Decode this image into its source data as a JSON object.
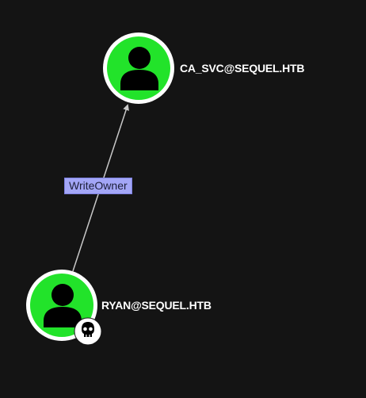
{
  "graph": {
    "background": "#141414",
    "nodes": [
      {
        "id": "ca_svc",
        "label": "CA_SVC@SEQUEL.HTB",
        "type": "user",
        "icon": "user-icon",
        "fill_color": "#22e32a",
        "ring_color": "#ffffff"
      },
      {
        "id": "ryan",
        "label": "RYAN@SEQUEL.HTB",
        "type": "user",
        "icon": "user-icon",
        "badge_icon": "skull-icon",
        "badge_meaning": "owned",
        "fill_color": "#22e32a",
        "ring_color": "#ffffff"
      }
    ],
    "edges": [
      {
        "from": "ryan",
        "to": "ca_svc",
        "label": "WriteOwner",
        "label_bg": "#a3a6f7",
        "line_color": "#c8c8c8"
      }
    ]
  }
}
